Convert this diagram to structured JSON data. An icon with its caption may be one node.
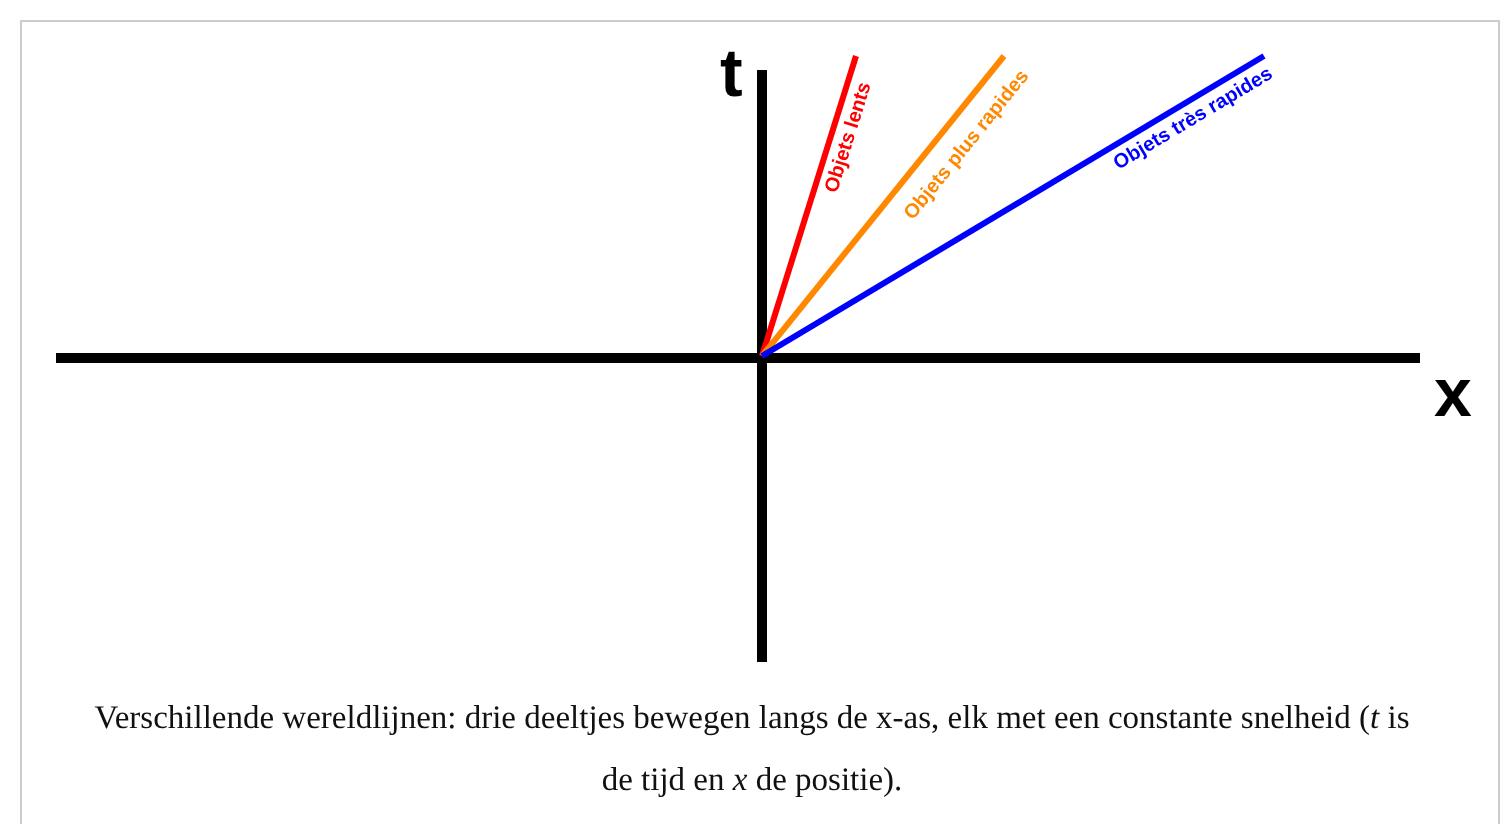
{
  "diagram": {
    "caption": "Verschillende wereldlijnen: drie deeltjes bewegen langs de x-as, elk met een constante snelheid (*t* is de tijd en *x* de positie).",
    "labels": [
      "t",
      "x",
      "Objets lents",
      "Objets plus rapides",
      "Objets très rapides"
    ]
  }
}
